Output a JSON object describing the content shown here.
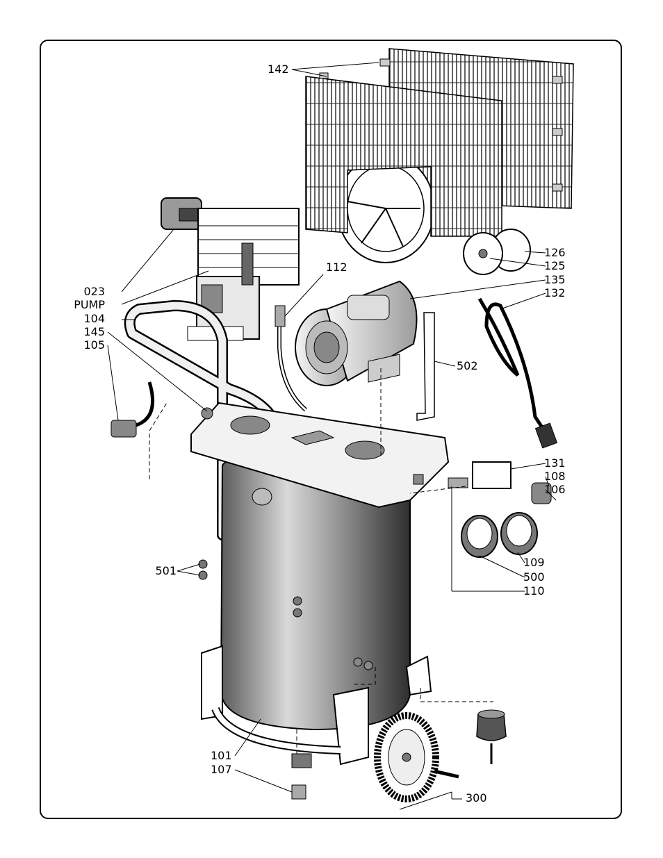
{
  "diagram": {
    "labels": {
      "l142": "142",
      "l112": "112",
      "l023": "023",
      "lpump": "PUMP",
      "l104": "104",
      "l145": "145",
      "l105": "105",
      "l126": "126",
      "l125": "125",
      "l135": "135",
      "l132": "132",
      "l502": "502",
      "l131": "131",
      "l108": "108",
      "l106": "106",
      "l501": "501",
      "l109": "109",
      "l500": "500",
      "l110": "110",
      "l101": "101",
      "l107": "107",
      "l300": "300"
    }
  }
}
